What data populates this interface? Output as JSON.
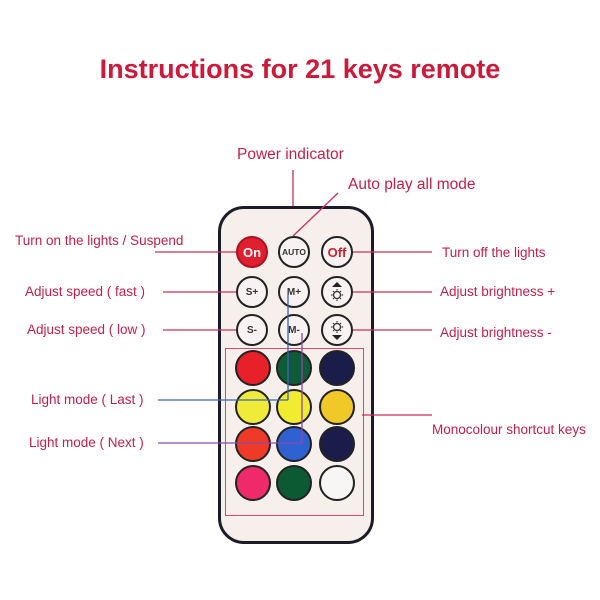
{
  "title": "Instructions for 21 keys remote",
  "callouts": {
    "power_indicator": "Power indicator",
    "auto_play": "Auto play all mode",
    "on": "Turn on the lights / Suspend",
    "speed_fast": "Adjust speed ( fast )",
    "speed_low": "Adjust speed ( low )",
    "off": "Turn off the lights",
    "brightness_up": "Adjust brightness +",
    "brightness_down": "Adjust brightness -",
    "mode_last": "Light mode ( Last )",
    "mode_next": "Light mode ( Next )",
    "monocolour": "Monocolour shortcut keys"
  },
  "keys": {
    "on": "On",
    "auto": "AUTO",
    "off": "Off",
    "speed_up": "S+",
    "mode_up": "M+",
    "speed_down": "S-",
    "mode_down": "M-"
  },
  "colour_keys": [
    [
      "#e8202a",
      "#0f5a38",
      "#1a1d4a"
    ],
    [
      "#f0ea38",
      "#f2ec30",
      "#f0c828"
    ],
    [
      "#ee3a26",
      "#2f62d0",
      "#1a1d4a"
    ],
    [
      "#ee2a6a",
      "#0b5a34",
      "#f8f6f4"
    ]
  ],
  "colors": {
    "accent": "#c41f4a",
    "title": "#cc1a3a"
  }
}
